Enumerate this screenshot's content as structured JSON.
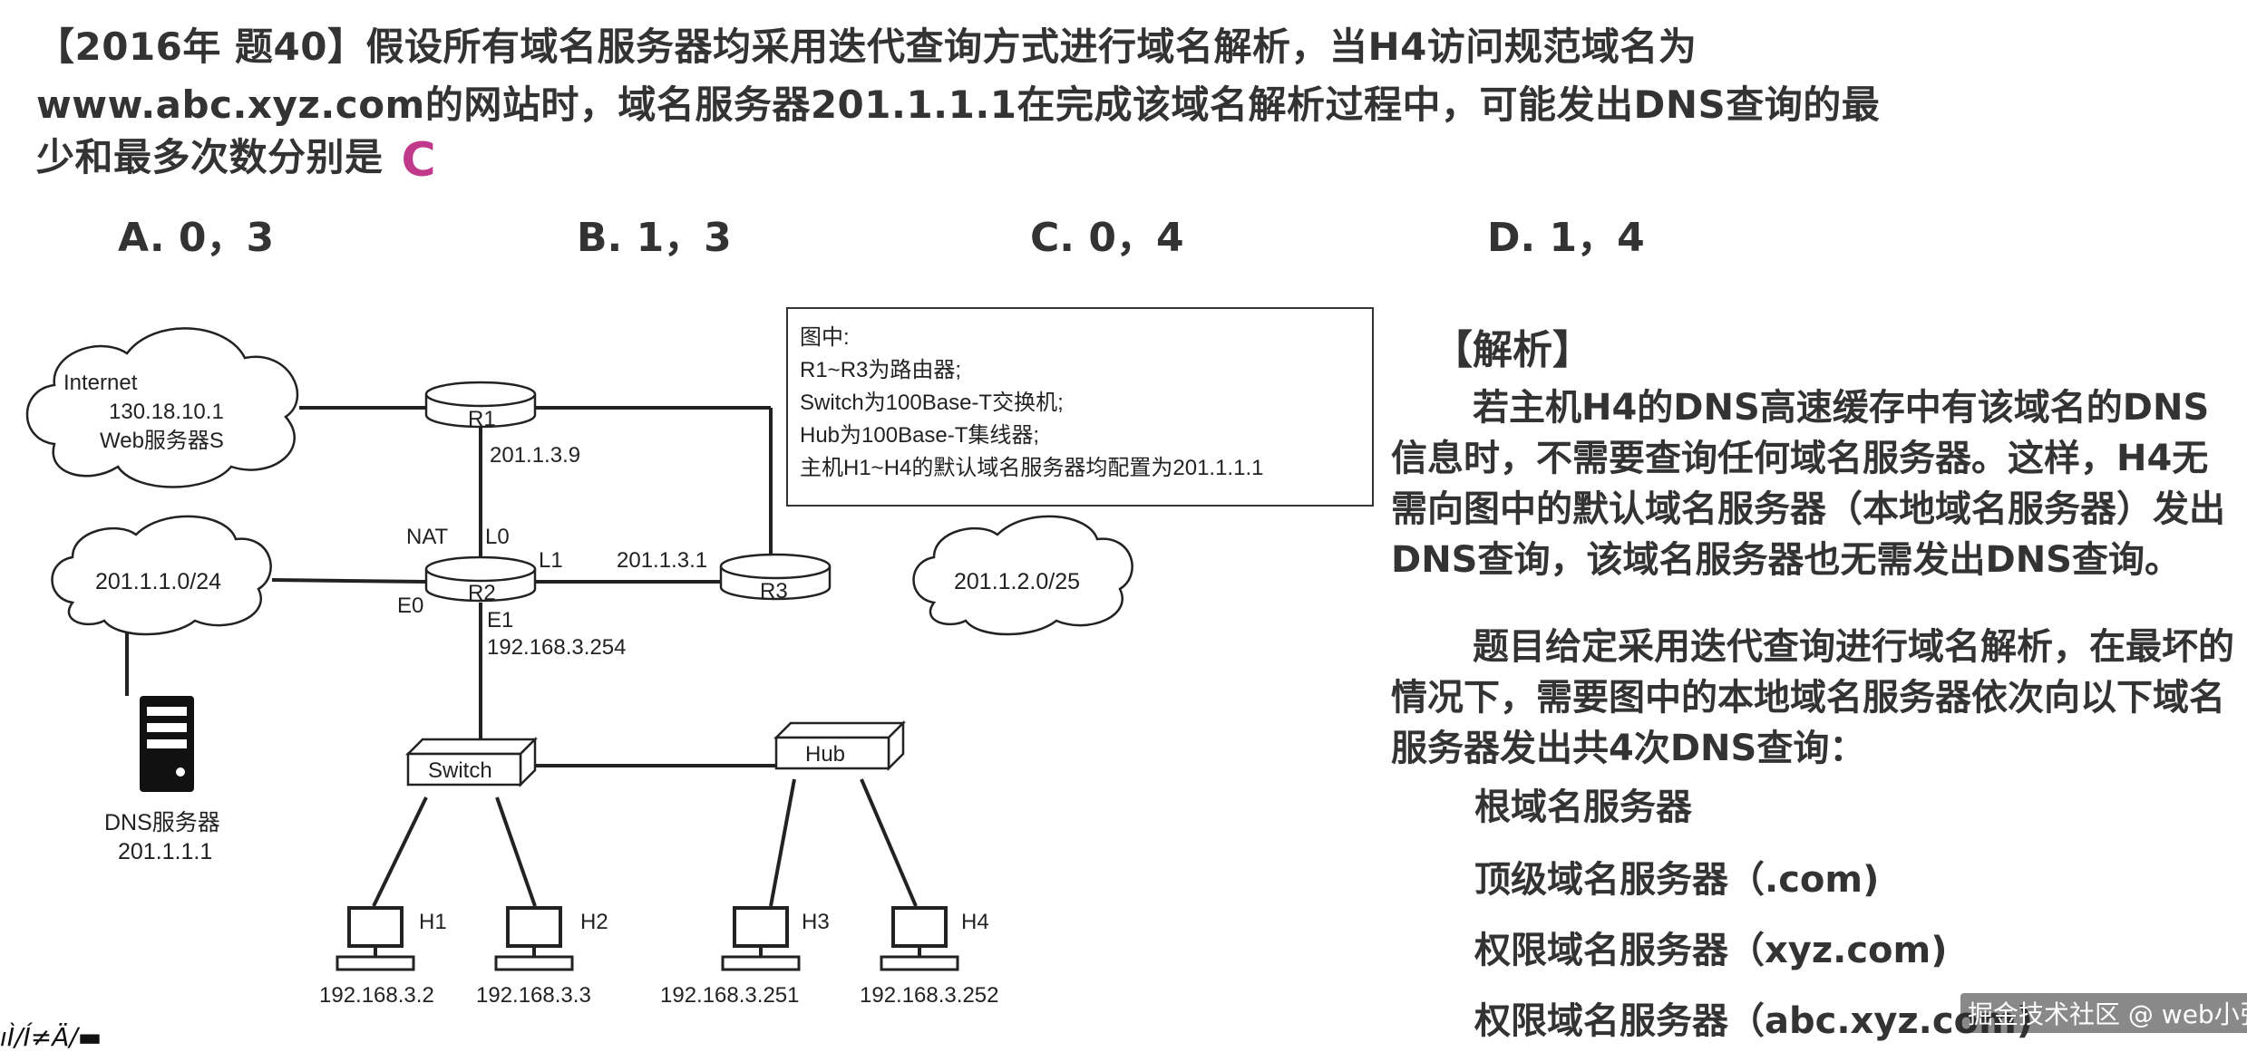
{
  "question": {
    "line1": "【2016年 题40】假设所有域名服务器均采用迭代查询方式进行域名解析，当H4访问规范域名为",
    "line2": "www.abc.xyz.com的网站时，域名服务器201.1.1.1在完成该域名解析过程中，可能发出DNS查询的最",
    "line3": "少和最多次数分别是",
    "answer_mark": "C"
  },
  "options": [
    {
      "label": "A. 0，3"
    },
    {
      "label": "B. 1，3"
    },
    {
      "label": "C. 0，4"
    },
    {
      "label": "D. 1，4"
    }
  ],
  "diagram": {
    "legend": [
      "图中:",
      "R1~R3为路由器;",
      "Switch为100Base-T交换机;",
      "Hub为100Base-T集线器;",
      "主机H1~H4的默认域名服务器均配置为201.1.1.1"
    ],
    "internet_cloud": {
      "title": "Internet",
      "ip": "130.18.10.1",
      "server": "Web服务器S"
    },
    "lan_cloud_left": "201.1.1.0/24",
    "lan_cloud_right": "201.1.2.0/25",
    "routers": {
      "r1": "R1",
      "r2": "R2",
      "r3": "R3"
    },
    "link_labels": {
      "r1_ip": "201.1.3.9",
      "nat": "NAT",
      "l0": "L0",
      "l1": "L1",
      "l1_ip": "201.1.3.1",
      "e0": "E0",
      "e1": "E1",
      "e1_ip": "192.168.3.254"
    },
    "dns_server": {
      "name": "DNS服务器",
      "ip": "201.1.1.1"
    },
    "switch": "Switch",
    "hub": "Hub",
    "hosts": [
      {
        "name": "H1",
        "ip": "192.168.3.2"
      },
      {
        "name": "H2",
        "ip": "192.168.3.3"
      },
      {
        "name": "H3",
        "ip": "192.168.3.251"
      },
      {
        "name": "H4",
        "ip": "192.168.3.252"
      }
    ]
  },
  "analysis": {
    "title": "【解析】",
    "p1": "若主机H4的DNS高速缓存中有该域名的DNS信息时，不需要查询任何域名服务器。这样，H4无需向图中的默认域名服务器（本地域名服务器）发出DNS查询，该域名服务器也无需发出DNS查询。",
    "p2": "题目给定采用迭代查询进行域名解析，在最坏的情况下，需要图中的本地域名服务器依次向以下域名服务器发出共4次DNS查询：",
    "items": [
      "根域名服务器",
      "顶级域名服务器（.com)",
      "权限域名服务器（xyz.com)",
      "权限域名服务器（abc.xyz.com)"
    ]
  },
  "watermark": "掘金技术社区 @ web小张",
  "corner_text": "ıÌ/Í≠Ä∕▬"
}
